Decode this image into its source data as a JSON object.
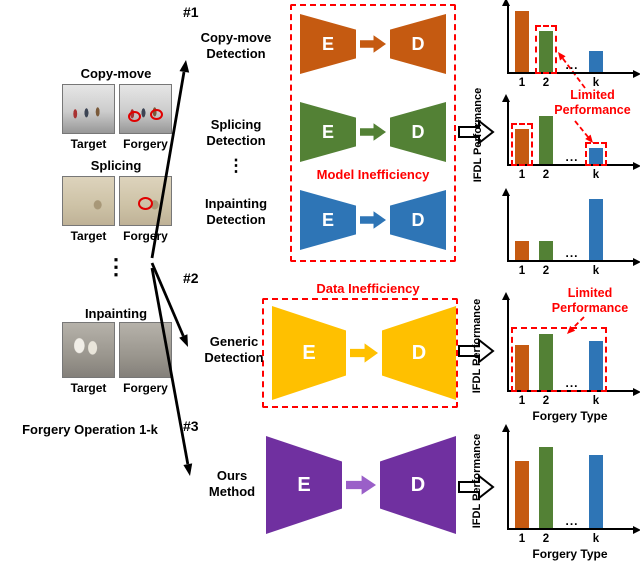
{
  "colors": {
    "copy_move_orange": "#C55A11",
    "splicing_green": "#538135",
    "inpainting_blue": "#2E75B6",
    "generic_yellow": "#FFC000",
    "ours_purple": "#7030A0",
    "annotation_red": "#FF0000"
  },
  "left_panel": {
    "groups": [
      {
        "title": "Copy-move",
        "left_label": "Target",
        "right_label": "Forgery"
      },
      {
        "title": "Splicing",
        "left_label": "Target",
        "right_label": "Forgery"
      },
      {
        "title": "Inpainting",
        "left_label": "Target",
        "right_label": "Forgery"
      }
    ],
    "dots": "⋮",
    "caption": "Forgery Operation  1-k"
  },
  "section1": {
    "tag": "#1",
    "rows": [
      {
        "label": "Copy-move\nDetection"
      },
      {
        "label": "Splicing\nDetection"
      },
      {
        "label": "Inpainting\nDetection"
      }
    ],
    "dots": "⋮",
    "inefficiency_label": "Model Inefficiency",
    "encoder_label": "E",
    "decoder_label": "D"
  },
  "section2": {
    "tag": "#2",
    "label": "Generic\nDetection",
    "inefficiency_label": "Data Inefficiency",
    "encoder_label": "E",
    "decoder_label": "D"
  },
  "section3": {
    "tag": "#3",
    "label": "Ours\nMethod",
    "encoder_label": "E",
    "decoder_label": "D"
  },
  "charts": {
    "ylabel": "IFDL Performance",
    "xlabel": "Forgery Type",
    "limited_label": "Limited\nPerformance",
    "dots": "...",
    "ticks": [
      "1",
      "2",
      "k"
    ]
  },
  "chart_data": [
    {
      "type": "bar",
      "categories": [
        "1",
        "2",
        "k"
      ],
      "values": [
        0.92,
        0.62,
        0.32
      ],
      "ylabel": "IFDL Performance",
      "ylim": [
        0,
        1
      ],
      "highlighted": [
        "2"
      ]
    },
    {
      "type": "bar",
      "categories": [
        "1",
        "2",
        "k"
      ],
      "values": [
        0.56,
        0.78,
        0.26
      ],
      "ylabel": "IFDL Performance",
      "ylim": [
        0,
        1
      ],
      "highlighted": [
        "1",
        "k"
      ]
    },
    {
      "type": "bar",
      "categories": [
        "1",
        "2",
        "k"
      ],
      "values": [
        0.3,
        0.3,
        0.95
      ],
      "ylabel": "IFDL Performance",
      "ylim": [
        0,
        1
      ],
      "highlighted": []
    },
    {
      "type": "bar",
      "categories": [
        "1",
        "2",
        "k"
      ],
      "values": [
        0.5,
        0.62,
        0.55
      ],
      "xlabel": "Forgery Type",
      "ylabel": "IFDL Performance",
      "ylim": [
        0,
        1
      ],
      "highlighted": [
        "1",
        "2",
        "k"
      ]
    },
    {
      "type": "bar",
      "categories": [
        "1",
        "2",
        "k"
      ],
      "values": [
        0.7,
        0.84,
        0.76
      ],
      "xlabel": "Forgery Type",
      "ylabel": "IFDL Performance",
      "ylim": [
        0,
        1
      ],
      "highlighted": []
    }
  ]
}
